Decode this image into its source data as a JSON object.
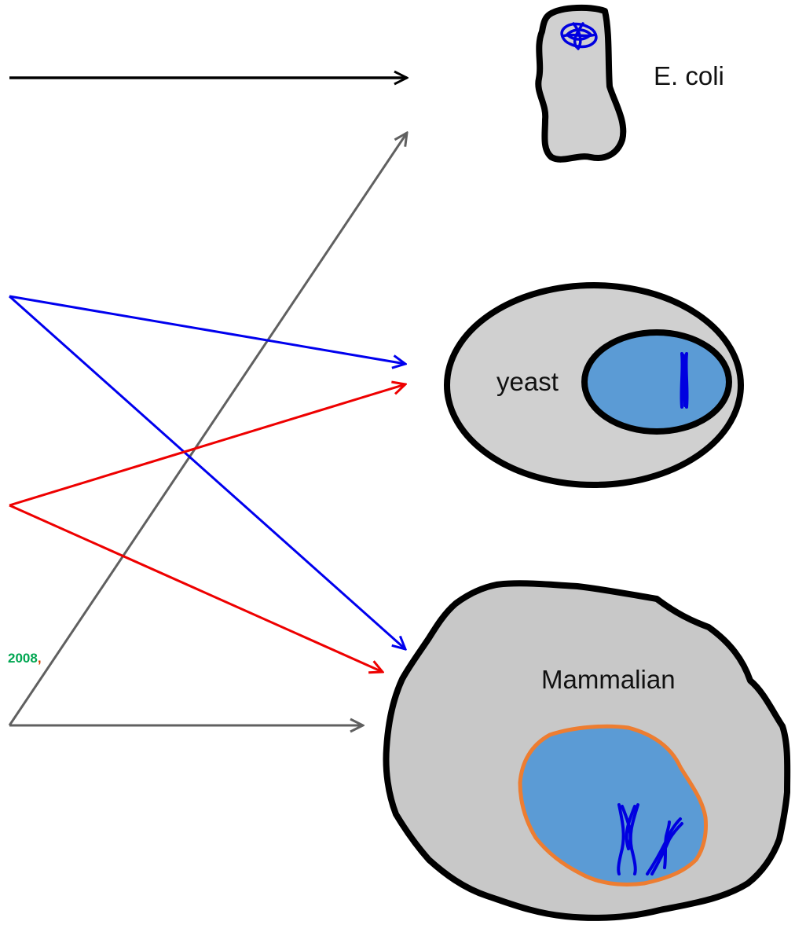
{
  "labels": {
    "ecoli": "E. coli",
    "yeast": "yeast",
    "mammalian": "Mammalian"
  },
  "footnote": {
    "year": "2008",
    "separator": ","
  },
  "colors": {
    "arrow_black": "#000000",
    "arrow_gray": "#606060",
    "arrow_blue": "#0000ee",
    "arrow_red": "#ee0000",
    "cell_fill": "#d0d0d0",
    "cell_fill_mammalian": "#c8c8c8",
    "cell_outline": "#000000",
    "nucleus_fill": "#5b9bd5",
    "nuclear_envelope_mammalian": "#ed7d31",
    "dna": "#0000e0",
    "footnote": "#00a651"
  }
}
